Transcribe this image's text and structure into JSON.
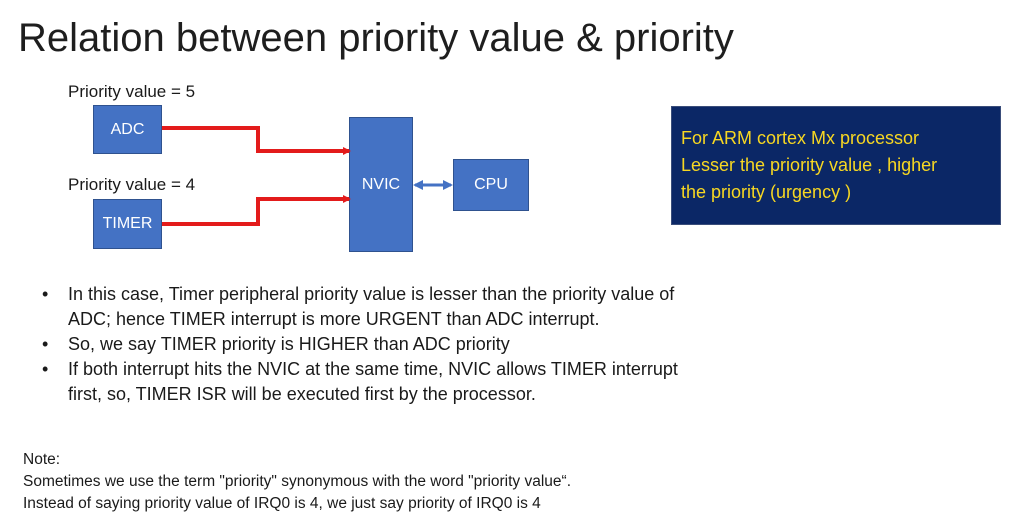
{
  "title": "Relation between priority value & priority",
  "diagram": {
    "adc": {
      "priority_label": "Priority value = 5",
      "block_label": "ADC"
    },
    "timer": {
      "priority_label": "Priority value = 4",
      "block_label": "TIMER"
    },
    "nvic_label": "NVIC",
    "cpu_label": "CPU",
    "colors": {
      "block_fill": "#4472c4",
      "signal_arrow": "#e31b1b",
      "bus_arrow": "#4472c4"
    }
  },
  "info_box": {
    "lines": [
      "For ARM cortex Mx processor",
      "Lesser the priority value , higher",
      "the priority (urgency )"
    ],
    "colors": {
      "background": "#0b2766",
      "text": "#f7d722"
    }
  },
  "bullets": [
    {
      "lines": [
        "In this case, Timer peripheral priority value is lesser than the priority value of",
        "ADC; hence TIMER interrupt is more URGENT than ADC interrupt."
      ]
    },
    {
      "lines": [
        "So, we say TIMER priority is HIGHER than ADC priority"
      ]
    },
    {
      "lines": [
        "If both interrupt hits the NVIC at the same time, NVIC allows TIMER interrupt",
        "first, so, TIMER ISR will be executed first by the processor."
      ]
    }
  ],
  "bullet_glyph": "•",
  "note": {
    "heading": "Note:",
    "lines": [
      "Sometimes we use the term \"priority\" synonymous with the word \"priority value“.",
      "Instead of saying priority value of IRQ0 is 4, we just say priority of IRQ0 is 4"
    ]
  }
}
